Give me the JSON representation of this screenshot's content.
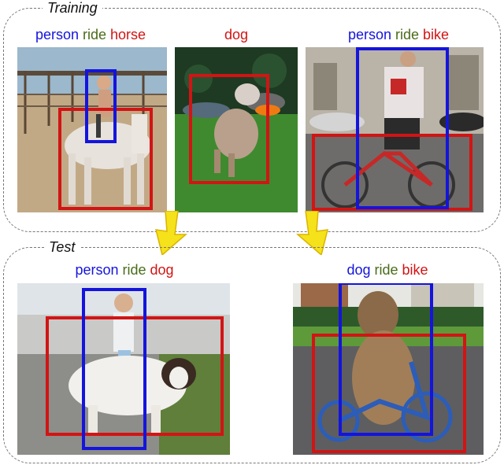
{
  "colors": {
    "subject": "#1414dc",
    "predicate": "#4a6b1a",
    "object": "#d21414"
  },
  "training": {
    "title": "Training",
    "examples": [
      {
        "subject": "person",
        "predicate": "ride",
        "object": "horse"
      },
      {
        "subject": "",
        "predicate": "",
        "object": "dog"
      },
      {
        "subject": "person",
        "predicate": "ride",
        "object": "bike"
      }
    ]
  },
  "test": {
    "title": "Test",
    "examples": [
      {
        "subject": "person",
        "predicate": "ride",
        "object": "dog"
      },
      {
        "subject": "dog",
        "predicate": "ride",
        "object": "bike"
      }
    ]
  },
  "arrows": {
    "color": "#f5e21a",
    "count": 2,
    "icon": "down-arrow-icon"
  }
}
